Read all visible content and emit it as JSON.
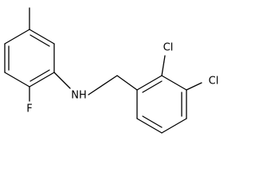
{
  "molecule": {
    "atom_labels": {
      "nh": "NH",
      "fluorine": "F",
      "chlorine_upper": "Cl",
      "chlorine_right": "Cl"
    }
  },
  "colors": {
    "bond": "#000000",
    "text": "#000000",
    "background": "#ffffff"
  }
}
